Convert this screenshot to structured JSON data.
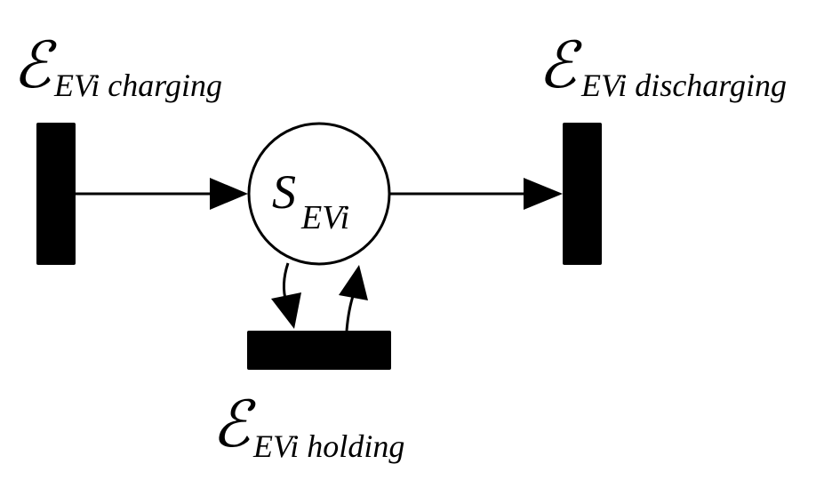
{
  "diagram": {
    "transitions": {
      "charging": {
        "symbol": "ℰ",
        "subscript": "EVi charging"
      },
      "discharging": {
        "symbol": "ℰ",
        "subscript": "EVi discharging"
      },
      "holding": {
        "symbol": "ℰ",
        "subscript": "EVi holding"
      }
    },
    "place": {
      "symbol": "S",
      "subscript": "EVi"
    },
    "colors": {
      "ink": "#000000",
      "background": "#ffffff"
    }
  }
}
